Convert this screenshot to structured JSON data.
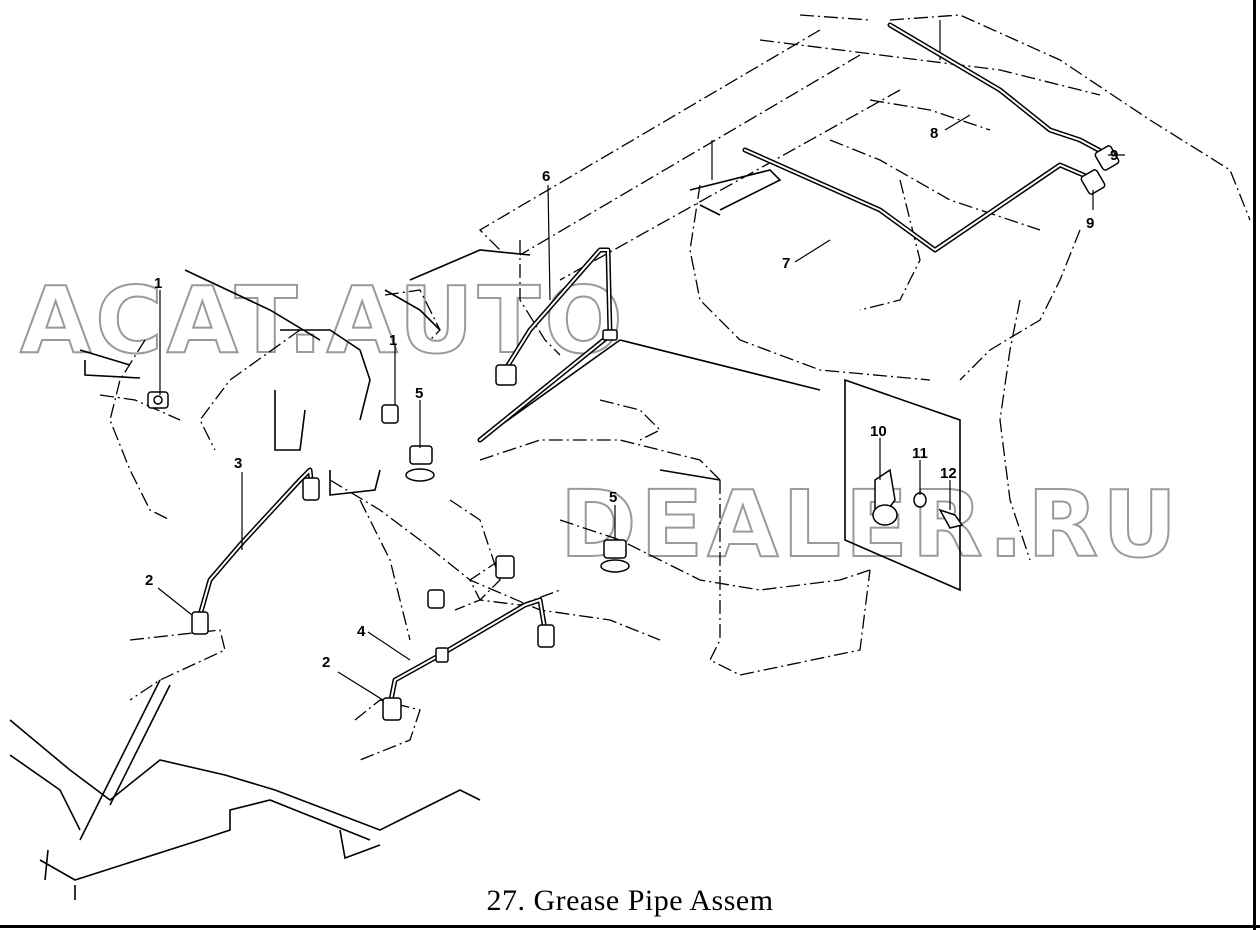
{
  "caption": "27. Grease Pipe Assem",
  "watermark_line1": "ACAT.AUTO",
  "watermark_line2": "DEALER.RU",
  "labels": {
    "l1a": "1",
    "l1b": "1",
    "l2a": "2",
    "l2b": "2",
    "l3": "3",
    "l4": "4",
    "l5a": "5",
    "l5b": "5",
    "l6": "6",
    "l7": "7",
    "l8": "8",
    "l9a": "9",
    "l9b": "9",
    "l10": "10",
    "l11": "11",
    "l12": "12"
  }
}
